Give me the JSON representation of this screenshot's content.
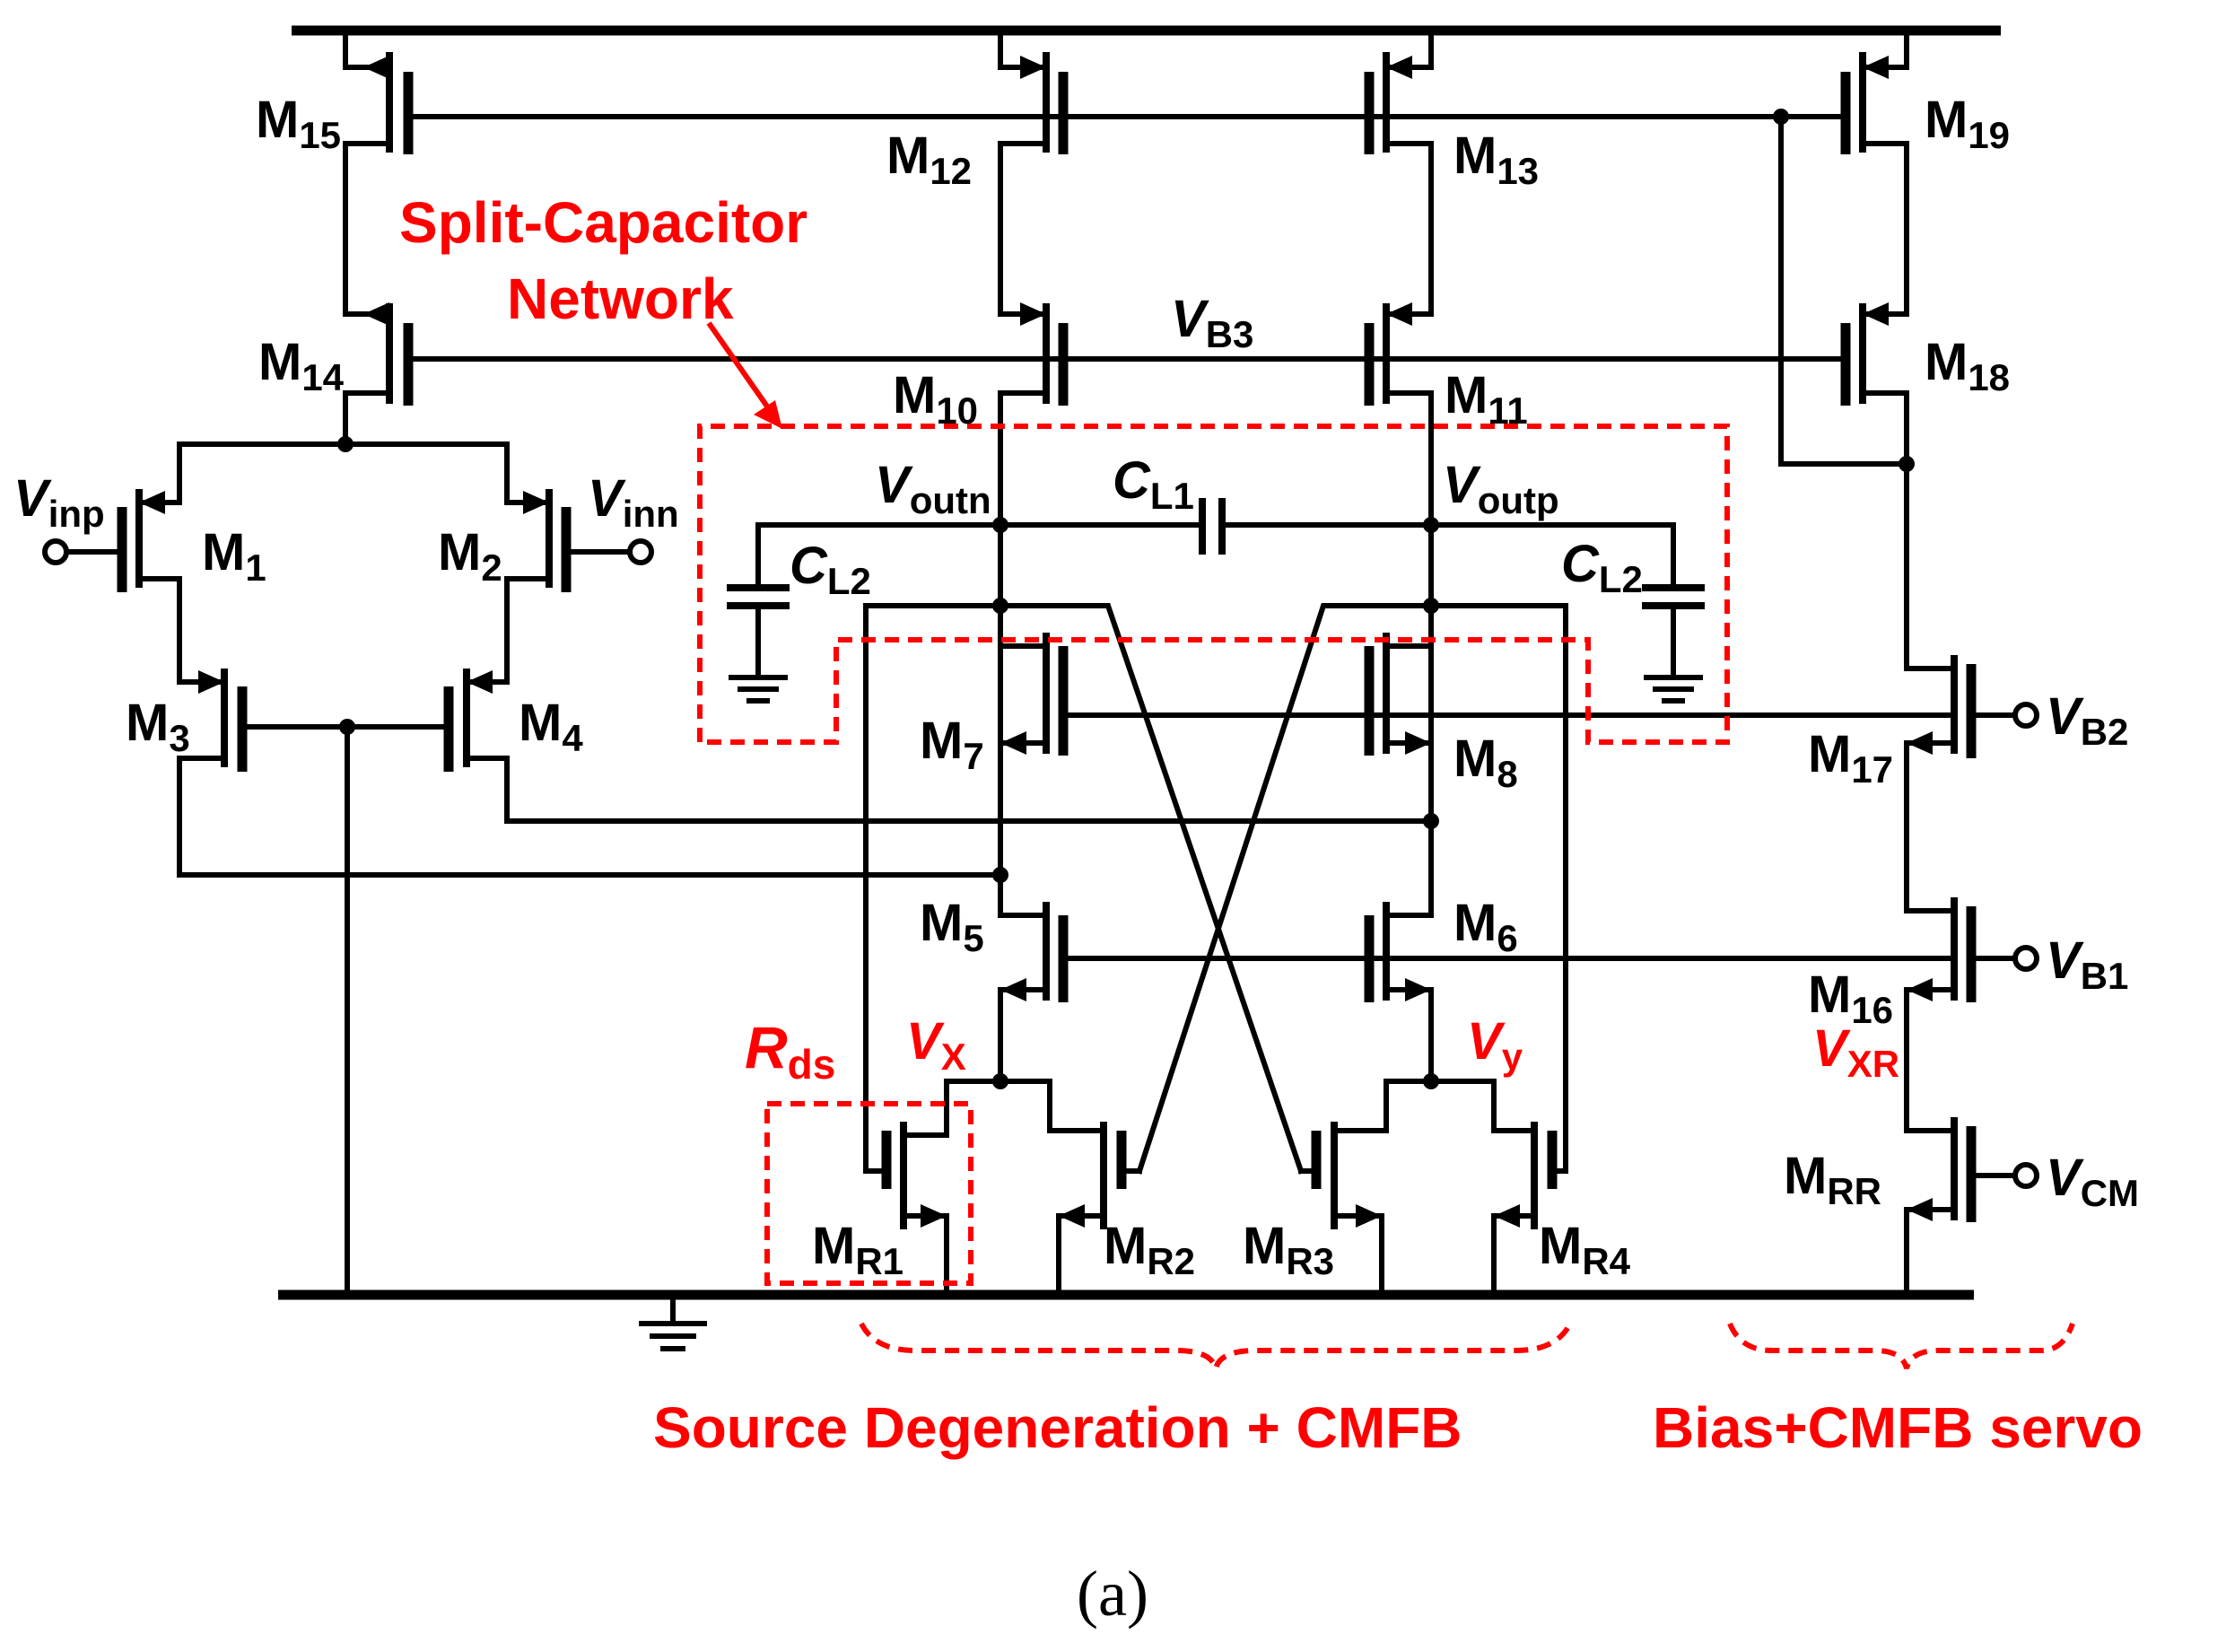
{
  "labels": {
    "M15": {
      "main": "M",
      "sub": "15"
    },
    "M14": {
      "main": "M",
      "sub": "14"
    },
    "M12": {
      "main": "M",
      "sub": "12"
    },
    "M13": {
      "main": "M",
      "sub": "13"
    },
    "M10": {
      "main": "M",
      "sub": "10"
    },
    "M11": {
      "main": "M",
      "sub": "11"
    },
    "M19": {
      "main": "M",
      "sub": "19"
    },
    "M18": {
      "main": "M",
      "sub": "18"
    },
    "M1": {
      "main": "M",
      "sub": "1"
    },
    "M2": {
      "main": "M",
      "sub": "2"
    },
    "M3": {
      "main": "M",
      "sub": "3"
    },
    "M4": {
      "main": "M",
      "sub": "4"
    },
    "M5": {
      "main": "M",
      "sub": "5"
    },
    "M6": {
      "main": "M",
      "sub": "6"
    },
    "M7": {
      "main": "M",
      "sub": "7"
    },
    "M8": {
      "main": "M",
      "sub": "8"
    },
    "M16": {
      "main": "M",
      "sub": "16"
    },
    "M17": {
      "main": "M",
      "sub": "17"
    },
    "MR1": {
      "main": "M",
      "sub": "R1"
    },
    "MR2": {
      "main": "M",
      "sub": "R2"
    },
    "MR3": {
      "main": "M",
      "sub": "R3"
    },
    "MR4": {
      "main": "M",
      "sub": "R4"
    },
    "MRR": {
      "main": "M",
      "sub": "RR"
    },
    "VB3": {
      "main": "V",
      "sub": "B3"
    },
    "Vinp": {
      "main": "V",
      "sub": "inp"
    },
    "Vinn": {
      "main": "V",
      "sub": "inn"
    },
    "Voutn": {
      "main": "V",
      "sub": "outn"
    },
    "Voutp": {
      "main": "V",
      "sub": "outp"
    },
    "CL1": {
      "main": "C",
      "sub": "L1"
    },
    "CL2a": {
      "main": "C",
      "sub": "L2"
    },
    "CL2b": {
      "main": "C",
      "sub": "L2"
    },
    "VB2": {
      "main": "V",
      "sub": "B2"
    },
    "VB1": {
      "main": "V",
      "sub": "B1"
    },
    "VCM": {
      "main": "V",
      "sub": "CM"
    },
    "VXR": {
      "main": "V",
      "sub": "XR"
    },
    "Vx": {
      "main": "V",
      "sub": "X"
    },
    "Vy": {
      "main": "V",
      "sub": "y"
    },
    "Rds": {
      "main": "R",
      "sub": "ds"
    }
  },
  "annotations": {
    "split_cap_line1": "Split-Capacitor",
    "split_cap_line2": "Network",
    "source_degeneration": "Source Degeneration + CMFB",
    "bias_servo": "Bias+CMFB servo"
  },
  "caption": "(a)",
  "colors": {
    "wire": "#000000",
    "annotation": "#ff0000",
    "background": "#ffffff"
  }
}
